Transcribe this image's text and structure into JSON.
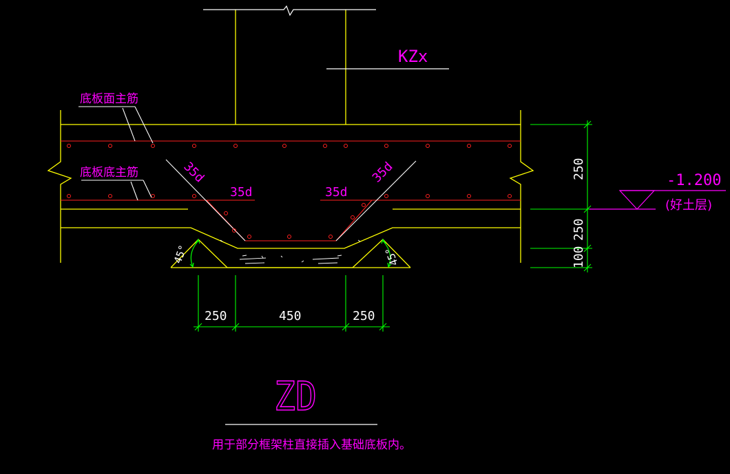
{
  "labels": {
    "column_tag": "KZx",
    "top_bar_label": "底板面主筋",
    "bottom_bar_label": "底板底主筋",
    "anchor_left_diag": "35d",
    "anchor_left_horiz": "35d",
    "anchor_right_horiz": "35d",
    "anchor_right_diag": "35d",
    "angle_left": "45°",
    "angle_right": "45°",
    "elevation": "-1.200",
    "soil_note": "(好土层)",
    "drawing_title": "ZD",
    "caption": "用于部分框架柱直接插入基础底板内。"
  },
  "dimensions": {
    "vertical": [
      "250",
      "250",
      "100"
    ],
    "horizontal": [
      "250",
      "450",
      "250"
    ]
  },
  "colors": {
    "background": "#000000",
    "outline": "#ffff00",
    "rebar": "#ff2020",
    "dimension": "#00ff00",
    "annotation": "#ff00ff",
    "text": "#ffffff"
  }
}
